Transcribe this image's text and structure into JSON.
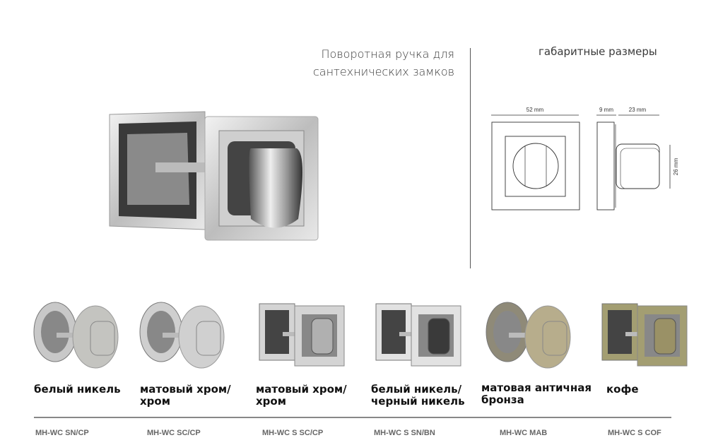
{
  "header": {
    "title_line1": "Поворотная ручка для",
    "title_line2": "сантехнических замков",
    "dims_title": "габаритные размеры"
  },
  "dimensions": {
    "width": "52 mm",
    "base_depth": "9 mm",
    "knob_depth": "23 mm",
    "knob_height": "26 mm"
  },
  "products": [
    {
      "name_line1": "белый никель",
      "name_line2": "",
      "code": "MH-WC SN/CP",
      "shape": "round",
      "plate": "#c8c8c8",
      "knob": "#c4c4c0"
    },
    {
      "name_line1": "матовый хром/",
      "name_line2": "хром",
      "code": "MH-WC SC/CP",
      "shape": "round",
      "plate": "#cfcfcf",
      "knob": "#d0d0d0"
    },
    {
      "name_line1": "матовый хром/",
      "name_line2": "хром",
      "code": "MH-WC S SC/CP",
      "shape": "square",
      "plate": "#d4d4d4",
      "knob": "#b0b0b0"
    },
    {
      "name_line1": "белый никель/",
      "name_line2": "черный никель",
      "code": "MH-WC S SN/BN",
      "shape": "square",
      "plate": "#e2e2e2",
      "knob": "#3a3a3a"
    },
    {
      "name_line1": "матовая античная",
      "name_line2": "бронза",
      "code": "MH-WC MAB",
      "shape": "round",
      "plate": "#8f8a78",
      "knob": "#b7ad8c"
    },
    {
      "name_line1": "кофе",
      "name_line2": "",
      "code": "MH-WC S COF",
      "shape": "square",
      "plate": "#a39e72",
      "knob": "#9a9166"
    }
  ]
}
